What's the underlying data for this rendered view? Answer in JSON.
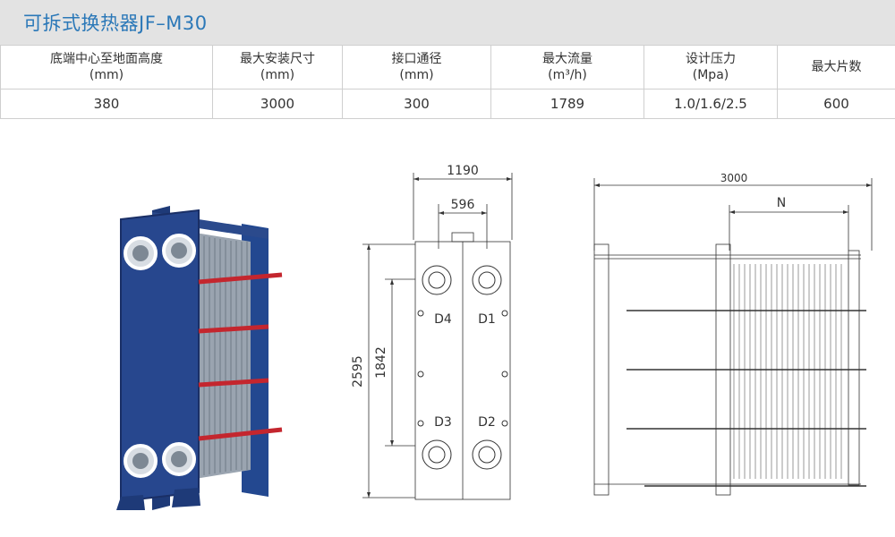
{
  "title": "可拆式换热器JF–M30",
  "table": {
    "headers": [
      {
        "label": "底端中心至地面高度",
        "unit": "(mm)"
      },
      {
        "label": "最大安装尺寸",
        "unit": "(mm)"
      },
      {
        "label": "接口通径",
        "unit": "(mm)"
      },
      {
        "label": "最大流量",
        "unit": "(m³/h)"
      },
      {
        "label": "设计压力",
        "unit": "(Mpa)"
      },
      {
        "label": "最大片数",
        "unit": ""
      }
    ],
    "row": [
      "380",
      "3000",
      "300",
      "1789",
      "1.0/1.6/2.5",
      "600"
    ]
  },
  "front_drawing": {
    "width_total": "1190",
    "width_ports": "596",
    "height_total": "2595",
    "height_ports": "1842",
    "ports": [
      "D4",
      "D1",
      "D3",
      "D2"
    ]
  },
  "side_drawing": {
    "length_total": "3000",
    "length_n": "N"
  }
}
